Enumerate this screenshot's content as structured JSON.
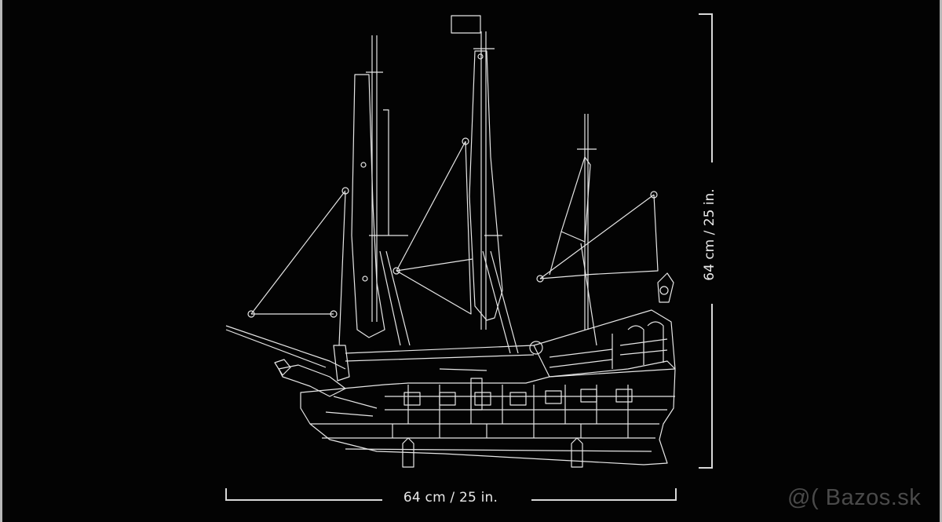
{
  "image": {
    "subject": "sailing-ship-line-drawing",
    "background_color": "#030303",
    "line_color": "#e6e6e6"
  },
  "dimensions": {
    "width_label": "64 cm / 25 in.",
    "height_label": "64 cm / 25 in."
  },
  "watermark": {
    "text": "@( Bazos.sk",
    "color": "#4a4a4a"
  }
}
